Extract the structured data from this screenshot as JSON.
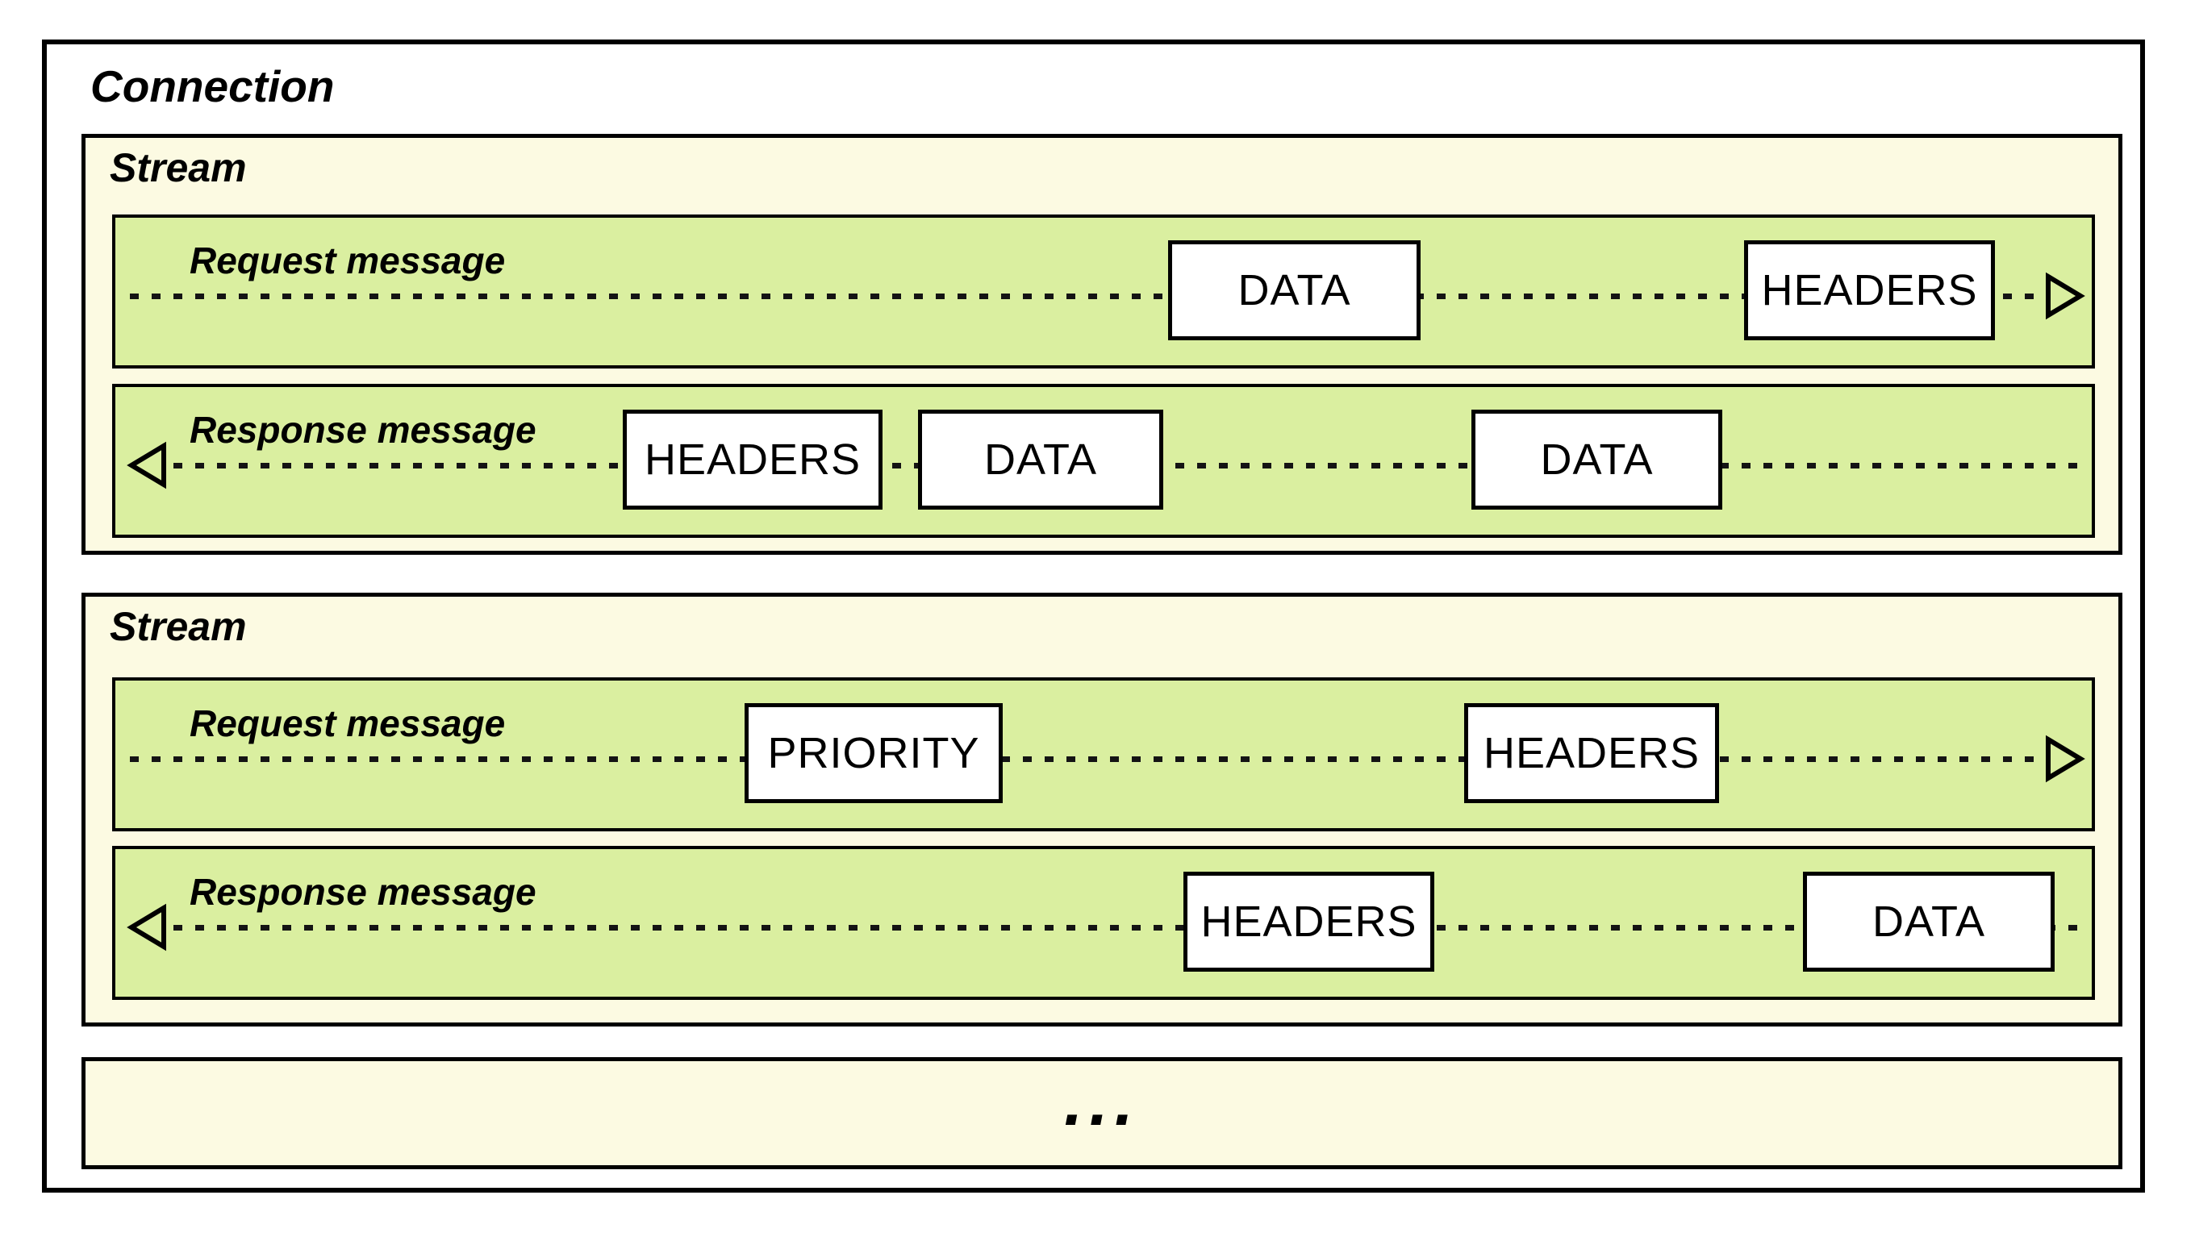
{
  "connection": {
    "label": "Connection",
    "ellipsis": "...",
    "streams": [
      {
        "label": "Stream",
        "request": {
          "label": "Request message",
          "direction": "right",
          "frames": [
            "DATA",
            "HEADERS"
          ]
        },
        "response": {
          "label": "Response message",
          "direction": "left",
          "frames": [
            "HEADERS",
            "DATA",
            "DATA"
          ]
        }
      },
      {
        "label": "Stream",
        "request": {
          "label": "Request message",
          "direction": "right",
          "frames": [
            "PRIORITY",
            "HEADERS"
          ]
        },
        "response": {
          "label": "Response message",
          "direction": "left",
          "frames": [
            "HEADERS",
            "DATA"
          ]
        }
      }
    ]
  },
  "colors": {
    "lane_green": "#daefa0",
    "stream_cream": "#fcfae2",
    "frame_white": "#ffffff",
    "border_black": "#000000"
  }
}
